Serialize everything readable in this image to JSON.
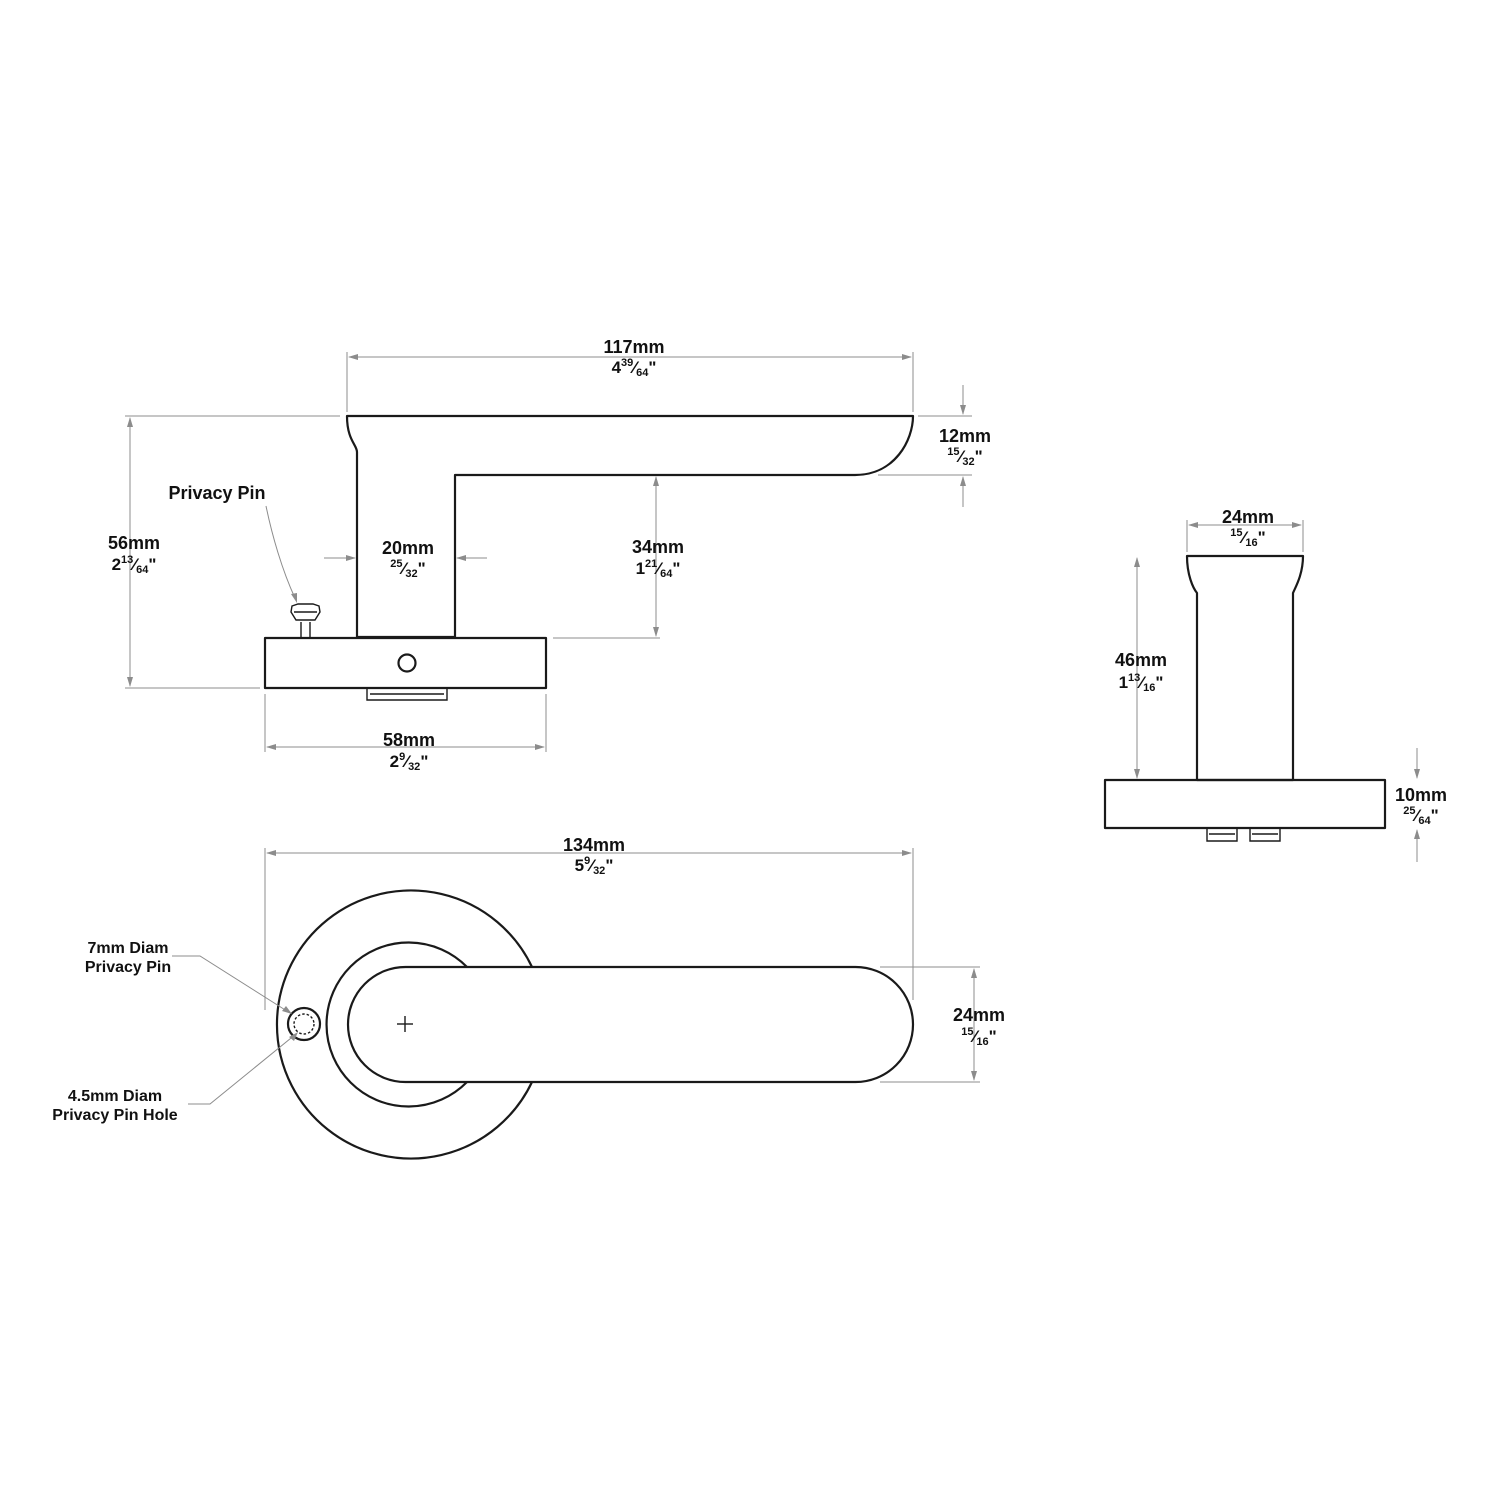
{
  "side_view": {
    "width_117": {
      "mm": "117mm",
      "whole": "4",
      "num": "39",
      "den": "64",
      "mark": "\""
    },
    "thickness_12": {
      "mm": "12mm",
      "whole": "",
      "num": "15",
      "den": "32",
      "mark": "\""
    },
    "height_56": {
      "mm": "56mm",
      "whole": "2",
      "num": "13",
      "den": "64",
      "mark": "\""
    },
    "neck_20": {
      "mm": "20mm",
      "whole": "",
      "num": "25",
      "den": "32",
      "mark": "\""
    },
    "clearance_34": {
      "mm": "34mm",
      "whole": "1",
      "num": "21",
      "den": "64",
      "mark": "\""
    },
    "rose_58": {
      "mm": "58mm",
      "whole": "2",
      "num": "9",
      "den": "32",
      "mark": "\""
    },
    "privacy_pin_label": "Privacy Pin"
  },
  "end_view": {
    "width_24": {
      "mm": "24mm",
      "whole": "",
      "num": "15",
      "den": "16",
      "mark": "\""
    },
    "height_46": {
      "mm": "46mm",
      "whole": "1",
      "num": "13",
      "den": "16",
      "mark": "\""
    },
    "rose_10": {
      "mm": "10mm",
      "whole": "",
      "num": "25",
      "den": "64",
      "mark": "\""
    }
  },
  "top_view": {
    "length_134": {
      "mm": "134mm",
      "whole": "5",
      "num": "9",
      "den": "32",
      "mark": "\""
    },
    "width_24": {
      "mm": "24mm",
      "whole": "",
      "num": "15",
      "den": "16",
      "mark": "\""
    },
    "pin_label_line1": "7mm Diam",
    "pin_label_line2": "Privacy Pin",
    "hole_label_line1": "4.5mm Diam",
    "hole_label_line2": "Privacy Pin Hole"
  }
}
